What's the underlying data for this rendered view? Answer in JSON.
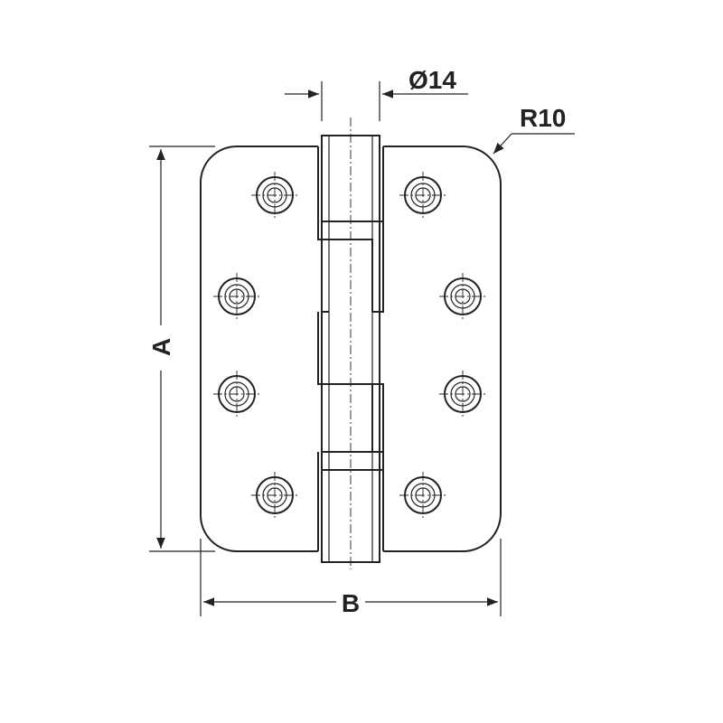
{
  "diagram": {
    "subject": "butt-hinge-with-radius-corners",
    "dimensions": {
      "height_label": "A",
      "width_label": "B",
      "knuckle_diameter_label": "Ø14",
      "corner_radius_label": "R10"
    },
    "screw_holes_per_leaf": 4,
    "knuckle_segments": 5,
    "line_color": "#222222",
    "background": "#ffffff"
  }
}
